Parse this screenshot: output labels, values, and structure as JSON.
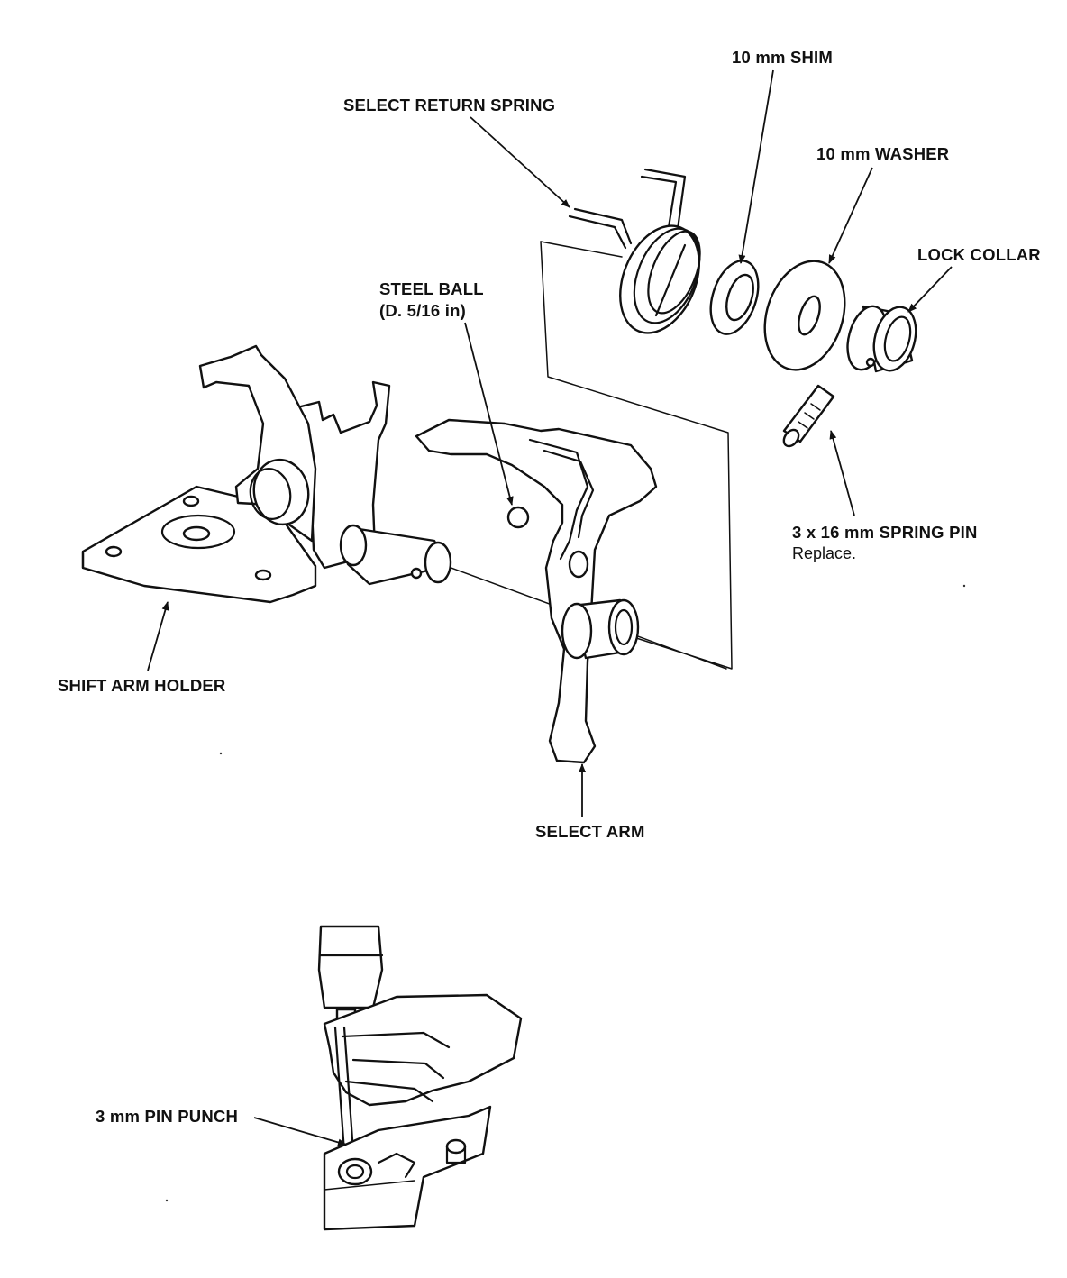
{
  "labels": {
    "shim": "10 mm SHIM",
    "select_return_spring": "SELECT RETURN SPRING",
    "washer": "10 mm WASHER",
    "lock_collar": "LOCK COLLAR",
    "steel_ball_line1": "STEEL BALL",
    "steel_ball_line2": "(D. 5/16 in)",
    "spring_pin": "3 x 16 mm SPRING PIN",
    "spring_pin_note": "Replace.",
    "shift_arm_holder": "SHIFT ARM HOLDER",
    "select_arm": "SELECT ARM",
    "pin_punch": "3 mm PIN PUNCH"
  }
}
